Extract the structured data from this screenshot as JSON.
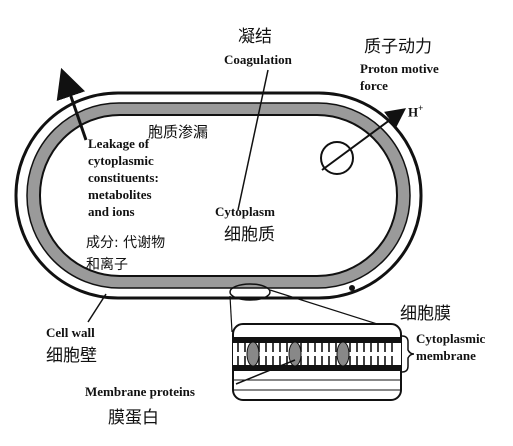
{
  "labels": {
    "coagulation_zh": "凝结",
    "coagulation_en": "Coagulation",
    "pmf_zh": "质子动力",
    "pmf_en_line1": "Proton motive",
    "pmf_en_line2": "force",
    "proton": "H",
    "proton_charge": "+",
    "leakage_zh": "胞质渗漏",
    "leakage_en": [
      "Leakage of",
      "cytoplasmic",
      "constituents:",
      "metabolites",
      "and ions"
    ],
    "components_zh_line1": "成分: 代谢物",
    "components_zh_line2": "和离子",
    "cytoplasm_en": "Cytoplasm",
    "cytoplasm_zh": "细胞质",
    "membrane_zh": "细胞膜",
    "membrane_en_line1": "Cytoplasmic",
    "membrane_en_line2": "membrane",
    "cellwall_en": "Cell wall",
    "cellwall_zh": "细胞壁",
    "proteins_en": "Membrane proteins",
    "proteins_zh": "膜蛋白"
  },
  "colors": {
    "ink": "#111111",
    "gray_band": "#9a9a9a",
    "paper": "#ffffff"
  }
}
